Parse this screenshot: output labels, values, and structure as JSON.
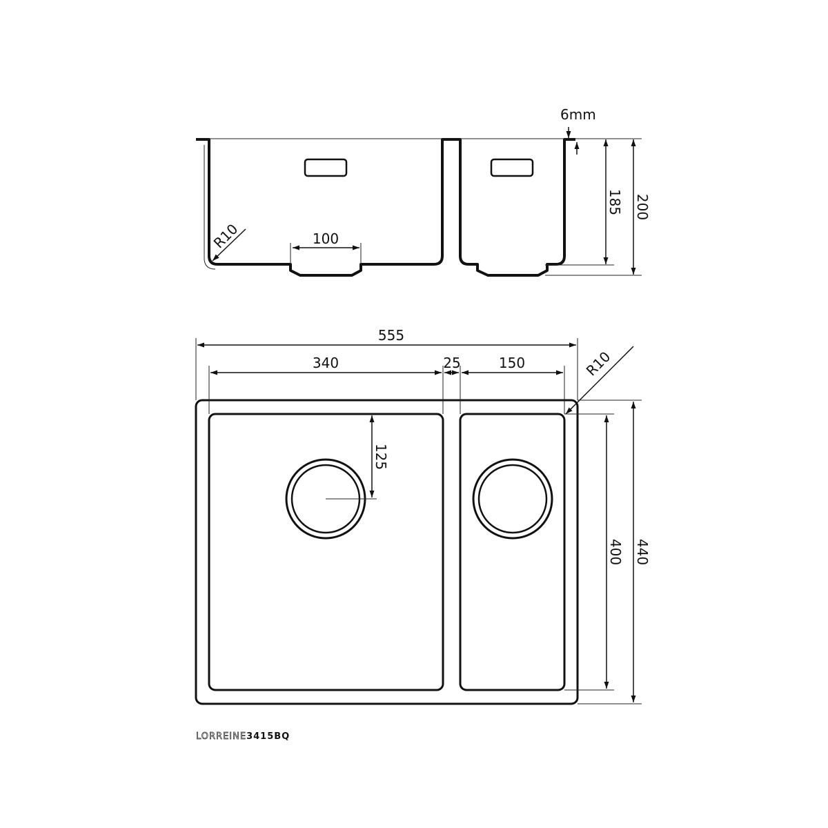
{
  "side_view": {
    "label_6mm": "6mm",
    "label_185": "185",
    "label_200": "200",
    "label_100": "100",
    "label_r10": "R10"
  },
  "plan_view": {
    "label_555": "555",
    "label_340": "340",
    "label_25": "25",
    "label_150": "150",
    "label_r10": "R10",
    "label_125": "125",
    "label_400": "400",
    "label_440": "440"
  },
  "brand": {
    "name": "LORREINE",
    "model": "3415BQ"
  }
}
